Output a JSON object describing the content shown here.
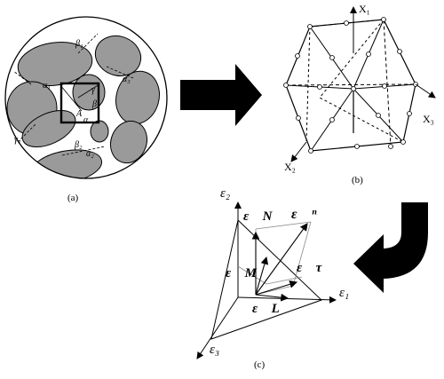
{
  "panels": {
    "a": {
      "caption": "(a)",
      "labels": {
        "beta1": "β₁",
        "alpha1": "α₁",
        "alpha3": "α₃",
        "gamma": "γ",
        "beta": "β",
        "A": "A",
        "alpha": "α",
        "gamma1": "γ₁",
        "beta2": "β₂",
        "alpha2": "α₂"
      }
    },
    "b": {
      "caption": "(b)",
      "axes": {
        "x1": "X₁",
        "x2": "X₂",
        "x3": "X₃"
      }
    },
    "c": {
      "caption": "(c)",
      "axes": {
        "e1": "ε₁",
        "e2": "ε₂",
        "e3": "ε₃"
      },
      "vectors": {
        "en": "ε⃗ ⁿ",
        "eN": "ε⃗ N",
        "eM": "ε⃗ M",
        "eT": "ε⃗ τ",
        "eL": "ε⃗ L"
      }
    }
  },
  "arrows": {
    "right": "right-arrow",
    "down_left": "curved-arrow"
  }
}
